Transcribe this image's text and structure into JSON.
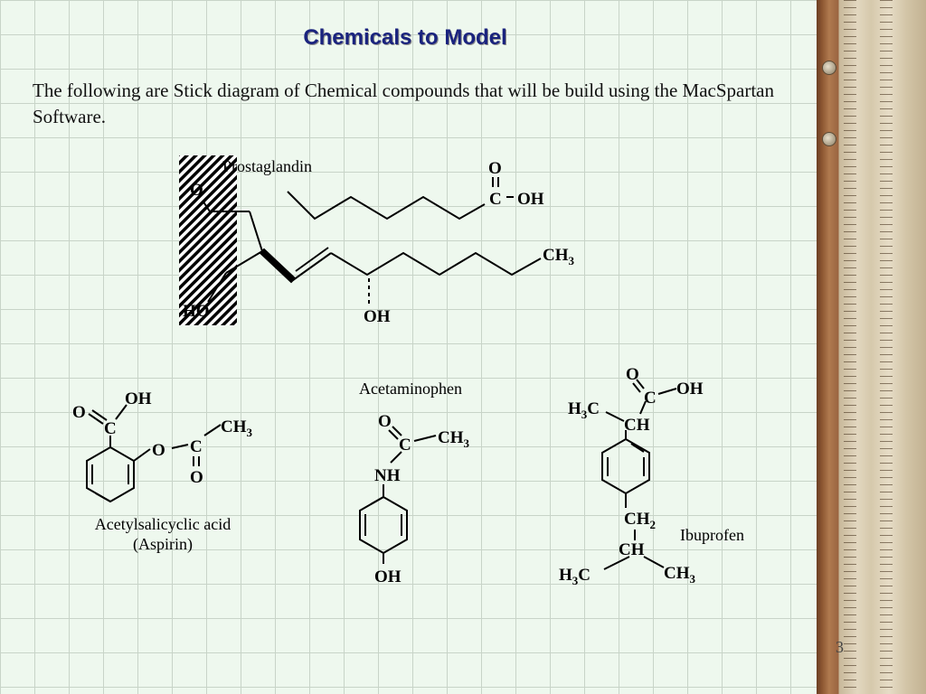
{
  "slide": {
    "title": "Chemicals to Model",
    "intro": "The following are Stick diagram of Chemical compounds that will be build using the MacSpartan Software.",
    "page_number": "3"
  },
  "prostaglandin": {
    "name": "Prostaglandin",
    "atom_o": "O",
    "atom_c": "C",
    "dash": "-",
    "atom_oh": "OH",
    "ch": "CH",
    "ch_sub": "3",
    "ring_o": "O",
    "ho": "HO",
    "oh": "OH"
  },
  "aspirin": {
    "oh": "OH",
    "o_double": "O",
    "c_acid": "C",
    "o_ester": "O",
    "c_ester": "C",
    "o_bottom": "O",
    "ch": "CH",
    "ch_sub": "3",
    "name_line1": "Acetylsalicyclic acid",
    "name_line2": "(Aspirin)"
  },
  "acetaminophen": {
    "name": "Acetaminophen",
    "o": "O",
    "c": "C",
    "ch": "CH",
    "ch_sub": "3",
    "nh": "NH",
    "oh": "OH"
  },
  "ibuprofen": {
    "o": "O",
    "c": "C",
    "oh": "OH",
    "h3c_h": "H",
    "h3c_sub": "3",
    "h3c_c": "C",
    "ch": "CH",
    "ch2": "CH",
    "ch2_sub": "2",
    "ch_lower": "CH",
    "h3c2_h": "H",
    "h3c2_sub": "3",
    "h3c2_c": "C",
    "ch3": "CH",
    "ch3_sub": "3",
    "name": "Ibuprofen"
  }
}
